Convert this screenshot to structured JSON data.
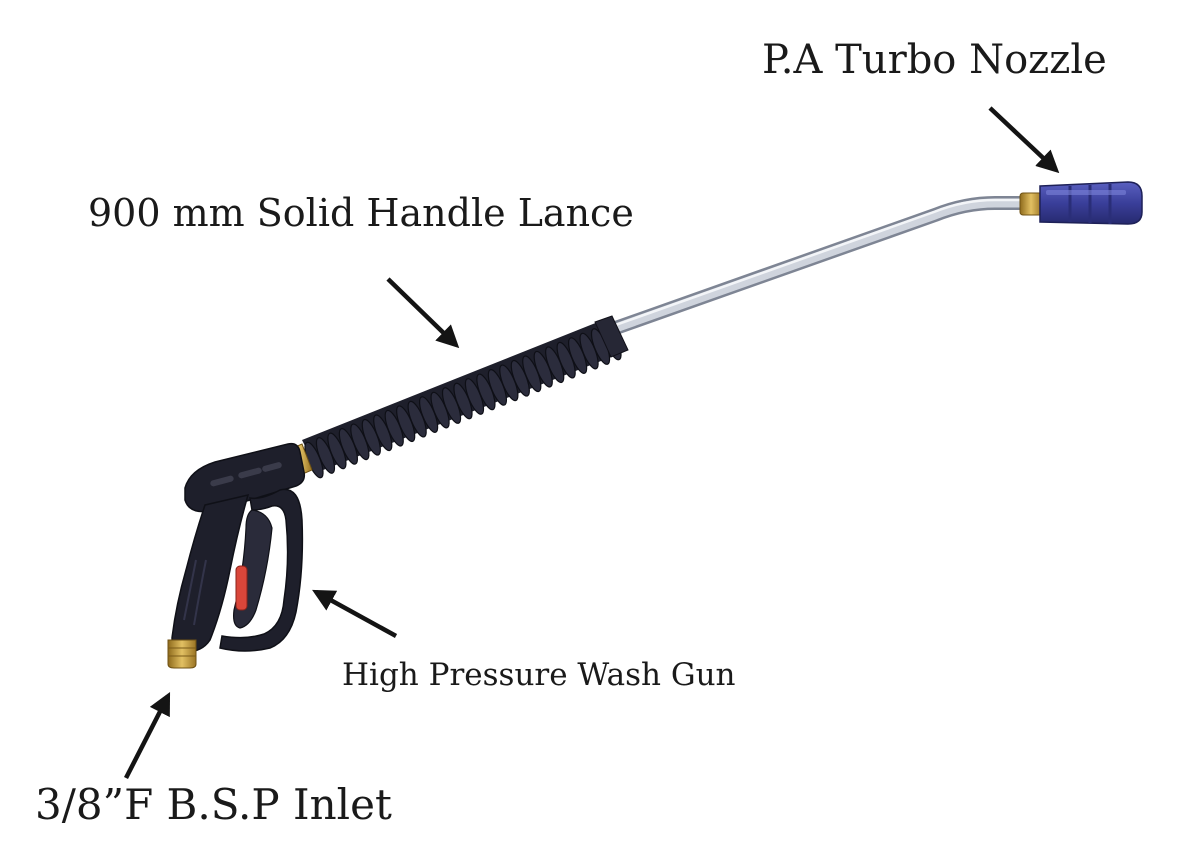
{
  "labels": {
    "nozzle": "P.A Turbo Nozzle",
    "lance": "900 mm Solid Handle Lance",
    "gun": "High Pressure Wash Gun",
    "inlet": "3/8”F B.S.P Inlet"
  },
  "colors": {
    "background": "#ffffff",
    "text": "#1a1a1a",
    "arrow": "#141414",
    "handle": "#1e1f2b",
    "lance_metal": "#c7ccd6",
    "nozzle": "#3a3f9a",
    "brass": "#c9a13a",
    "trigger_tab": "#d9463a"
  }
}
